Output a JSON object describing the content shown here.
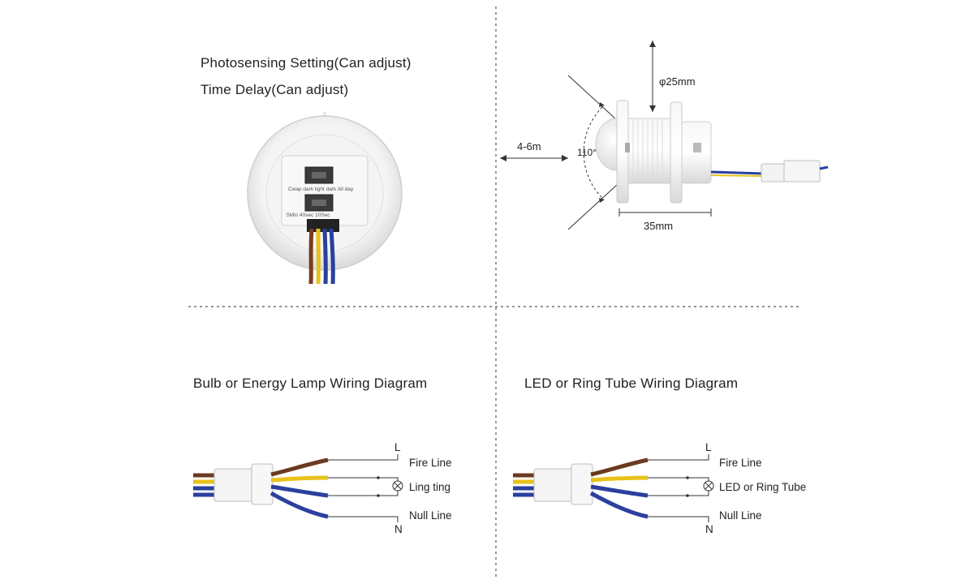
{
  "top_left": {
    "line1": "Photosensing Setting(Can adjust)",
    "line2": "Time Delay(Can adjust)",
    "knob_label": "Cwap dark light dark All day",
    "time_label": "5Min  40sec  10Sec"
  },
  "top_right": {
    "diameter": "φ25mm",
    "range": "4-6m",
    "angle": "110°",
    "length": "35mm"
  },
  "bottom_left": {
    "title": "Bulb or Energy Lamp Wiring Diagram",
    "l_label": "L",
    "fire": "Fire Line",
    "load": "Ling ting",
    "null": "Null Line",
    "n_label": "N"
  },
  "bottom_right": {
    "title": "LED or Ring Tube Wiring Diagram",
    "l_label": "L",
    "fire": "Fire Line",
    "load": "LED or Ring Tube",
    "null": "Null Line",
    "n_label": "N"
  },
  "colors": {
    "brown": "#6b3a1f",
    "yellow": "#e8c21a",
    "blue": "#2a3f9e",
    "divider": "#555555"
  }
}
